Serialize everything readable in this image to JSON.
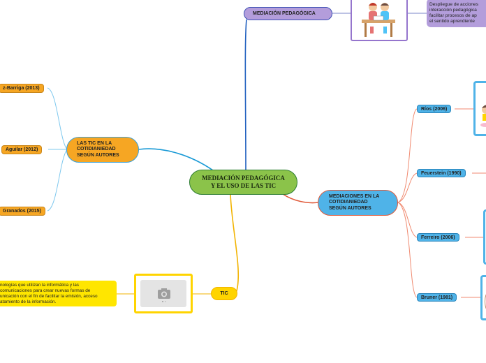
{
  "central": {
    "line1": "MEDIACIÓN PEDAGÓGICA",
    "line2": "Y EL USO DE LAS TIC"
  },
  "branches": {
    "tic_autores": {
      "line1": "LAS TIC EN LA",
      "line2": "COTIDIANIEDAD",
      "line3": "SEGÚN AUTORES"
    },
    "mediaciones": {
      "line1": "MEDIACIONES EN LA",
      "line2": "COTIDIANIEDAD",
      "line3": "SEGÚN AUTORES"
    },
    "mediacion_pedagogica": {
      "label": "MEDIACIÓN PEDAGÓGICA"
    },
    "tic": {
      "label": "TIC"
    }
  },
  "left_authors": [
    "z-Barriga (2013)",
    "Aguilar (2012)",
    "Granados (2015)"
  ],
  "right_authors": [
    "Ríos (2006)",
    "Feuerstein (1990)",
    "Ferreiro (2006)",
    "Bruner (1981)"
  ],
  "mp_description": {
    "line1": "Despliegue de acciones",
    "line2": "interacción pedagógica",
    "line3": "facilitar procesos de ap",
    "line4": "el sentido aprendiente"
  },
  "tic_description": {
    "line1": "nologías que utilizan la informática y las",
    "line2": "comunicaciones para crear nuevas formas de",
    "line3": "unicación con el fin de facilitar la emisión, acceso",
    "line4": "atamiento de la información."
  },
  "colors": {
    "central": "#8bc34a",
    "orange": "#f6a623",
    "blue": "#4fb3e8",
    "purple": "#b39ddb",
    "yellow": "#ffd400",
    "link_blue": "#1f5fbf",
    "link_orange": "#e05a3a",
    "link_yellow": "#f2b300",
    "link_lightblue": "#7ec8ee"
  },
  "icons": [
    "camera-placeholder-icon",
    "children-reading-illustration",
    "child-illustration"
  ]
}
